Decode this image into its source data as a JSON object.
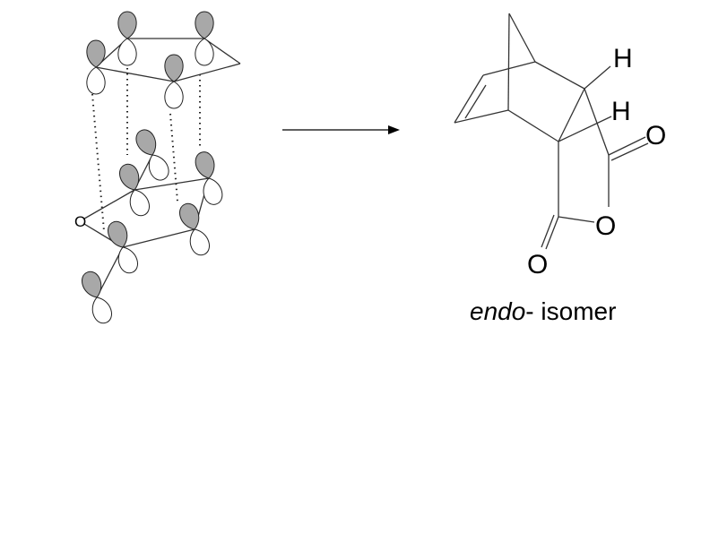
{
  "left_diagram": {
    "oxygen_label": "O",
    "shaded_lobe_color": "#a8a8a8",
    "open_lobe_color": "#ffffff"
  },
  "arrow": {
    "direction": "right"
  },
  "product": {
    "atoms": {
      "h_top": "H",
      "h_bottom": "H",
      "o_carbonyl_top": "O",
      "o_ring": "O",
      "o_carbonyl_bottom": "O"
    },
    "caption_italic": "endo",
    "caption_rest": "- isomer"
  }
}
